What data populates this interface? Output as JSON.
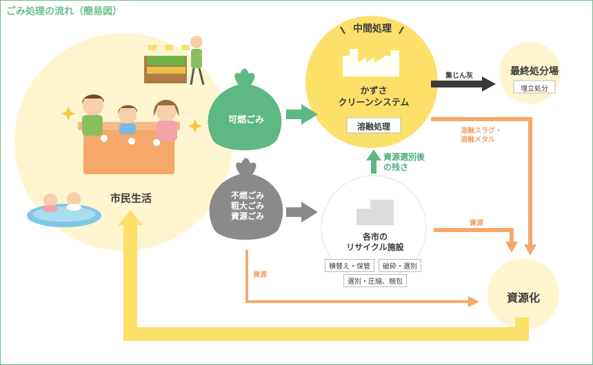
{
  "title": "ごみ処理の流れ（簡易図）",
  "citizen": {
    "label": "市民生活"
  },
  "bags": {
    "burnable": {
      "label": "可燃ごみ"
    },
    "other": {
      "line1": "不燃ごみ",
      "line2": "粗大ごみ",
      "line3": "資源ごみ"
    }
  },
  "middle": {
    "header": "中間処理",
    "name_line1": "かずさ",
    "name_line2": "クリーンシステム",
    "process": "溶融処理"
  },
  "final": {
    "label": "最終処分場",
    "sub": "埋立処分"
  },
  "arrows": {
    "ash": "集じん灰",
    "slag_line1": "溶融スラグ・",
    "slag_line2": "溶融メタル",
    "residue_line1": "資源選別後",
    "residue_line2": "の残さ",
    "resource_right": "資源",
    "resource_left": "資源"
  },
  "recycle": {
    "title_line1": "各市の",
    "title_line2": "リサイクル施設",
    "tasks": [
      "積替え・保管",
      "破砕・選別",
      "選別・圧縮、梱包"
    ]
  },
  "resource": {
    "label": "資源化"
  },
  "colors": {
    "yellow": "#fde06a",
    "pale_yellow": "#fff5cf",
    "green": "#5db884",
    "gray": "#8a8a8a",
    "orange": "#f5a86a",
    "dark": "#3a3a3a"
  }
}
